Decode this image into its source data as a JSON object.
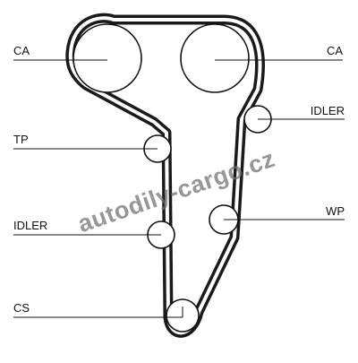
{
  "diagram": {
    "labels": {
      "ca_left": "CA",
      "ca_right": "CA",
      "idler_top": "IDLER",
      "tp": "TP",
      "idler_bottom": "IDLER",
      "wp": "WP",
      "cs": "CS"
    },
    "watermark": "autodily-cargo.cz",
    "colors": {
      "line": "#111111",
      "belt": "#1a1a1a",
      "watermark": "#6e6e6e"
    }
  }
}
